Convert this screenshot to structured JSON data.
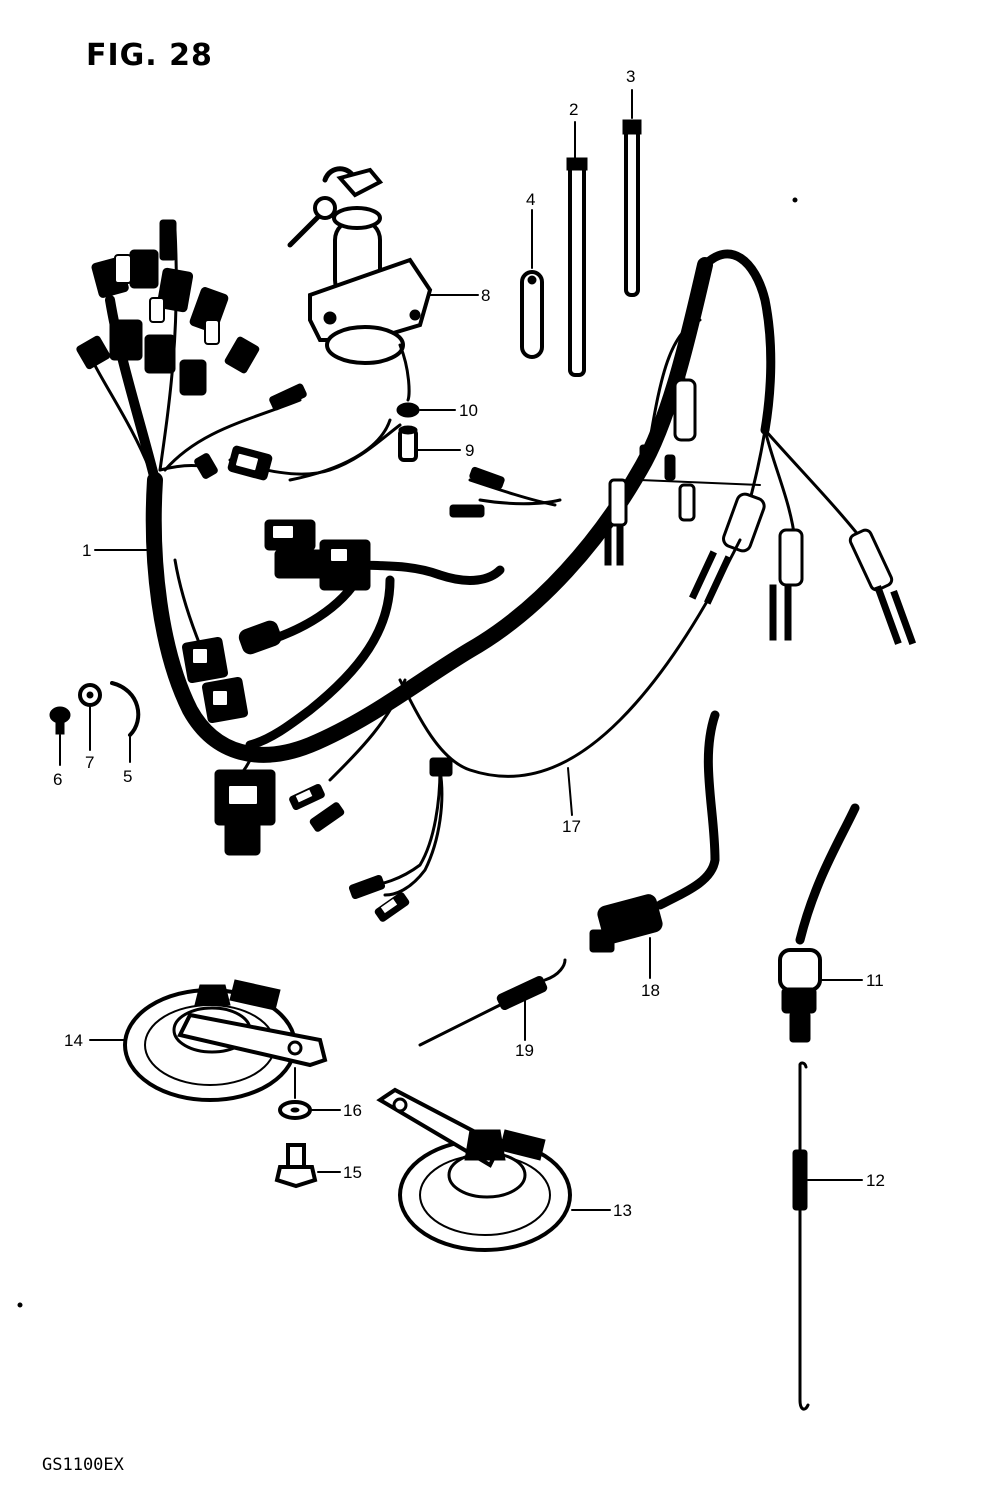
{
  "figure": {
    "title": "FIG. 28",
    "model": "GS1100EX"
  },
  "callouts": [
    {
      "id": "c1",
      "label": "1"
    },
    {
      "id": "c2",
      "label": "2"
    },
    {
      "id": "c3",
      "label": "3"
    },
    {
      "id": "c4",
      "label": "4"
    },
    {
      "id": "c5",
      "label": "5"
    },
    {
      "id": "c6",
      "label": "6"
    },
    {
      "id": "c7",
      "label": "7"
    },
    {
      "id": "c8",
      "label": "8"
    },
    {
      "id": "c9",
      "label": "9"
    },
    {
      "id": "c10",
      "label": "10"
    },
    {
      "id": "c11",
      "label": "11"
    },
    {
      "id": "c12",
      "label": "12"
    },
    {
      "id": "c13",
      "label": "13"
    },
    {
      "id": "c14",
      "label": "14"
    },
    {
      "id": "c15",
      "label": "15"
    },
    {
      "id": "c16",
      "label": "16"
    },
    {
      "id": "c17",
      "label": "17"
    },
    {
      "id": "c18",
      "label": "18"
    },
    {
      "id": "c19",
      "label": "19"
    }
  ]
}
